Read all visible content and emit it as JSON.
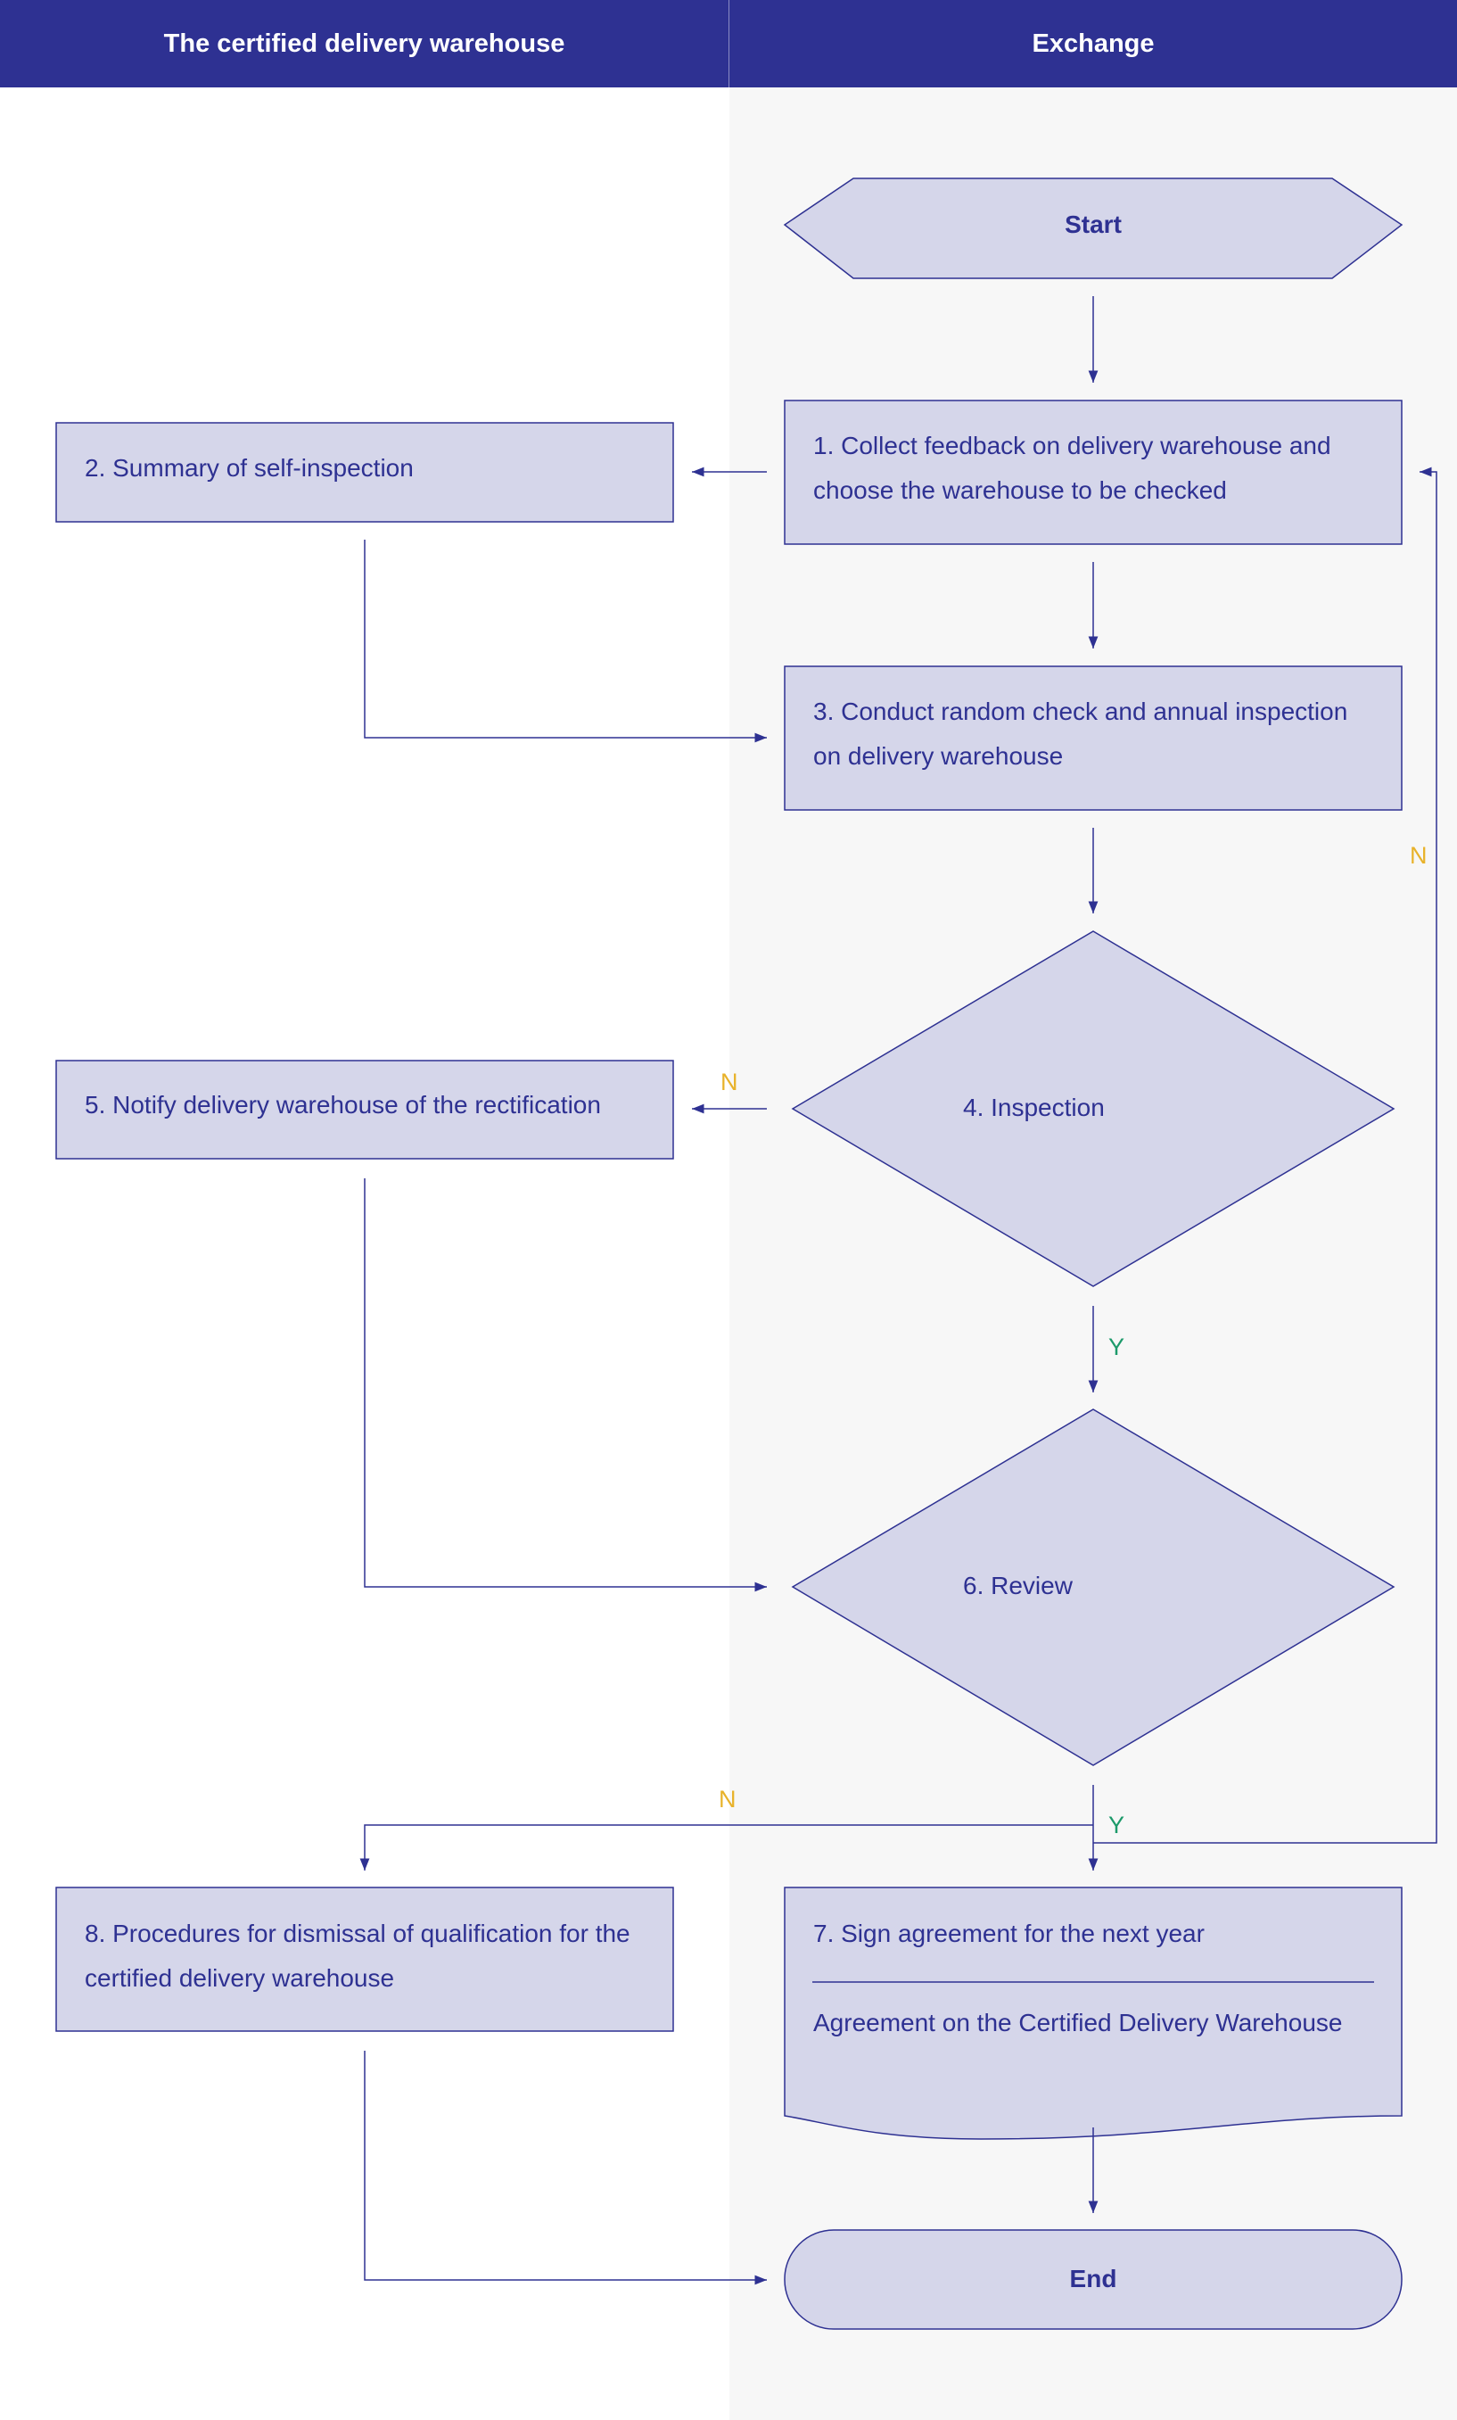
{
  "lanes": {
    "left_title": "The certified delivery warehouse",
    "right_title": "Exchange"
  },
  "nodes": {
    "start": "Start",
    "n1_line1": "1. Collect feedback on delivery warehouse and",
    "n1_line2": "choose the warehouse to be checked",
    "n2": "2. Summary of self-inspection",
    "n3_line1": "3. Conduct random check and annual inspection",
    "n3_line2": "on delivery warehouse",
    "n4": "4. Inspection",
    "n5": "5. Notify delivery warehouse of the rectification",
    "n6": "6. Review",
    "n7_line1": "7. Sign agreement for the next year",
    "n7_line2": "Agreement on the Certified Delivery Warehouse",
    "n8_line1": "8. Procedures for dismissal of qualification for the",
    "n8_line2": "certified delivery warehouse",
    "end": "End"
  },
  "edge_labels": {
    "no": "N",
    "yes": "Y"
  },
  "colors": {
    "header_bg": "#2e3192",
    "node_fill": "#d5d6ea",
    "node_stroke": "#2e3192",
    "text": "#2e3192",
    "no_label": "#e8b22a",
    "yes_label": "#1c9a6a"
  }
}
